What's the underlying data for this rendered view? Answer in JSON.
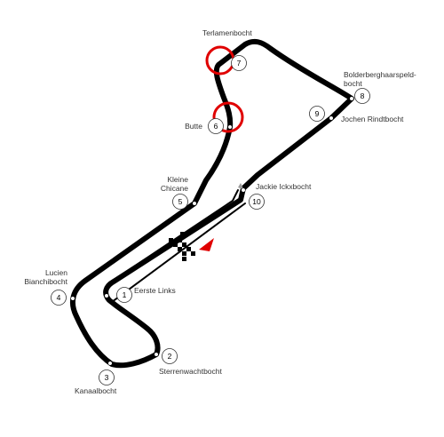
{
  "corners": [
    {
      "number": "1",
      "name": "Eerste Links"
    },
    {
      "number": "2",
      "name": "Sterrenwachtbocht"
    },
    {
      "number": "3",
      "name": "Kanaalbocht"
    },
    {
      "number": "4",
      "name": "Lucien Bianchibocht",
      "name_lines": [
        "Lucien",
        "Bianchibocht"
      ]
    },
    {
      "number": "5",
      "name": "Kleine Chicane",
      "name_lines": [
        "Kleine",
        "Chicane"
      ]
    },
    {
      "number": "6",
      "name": "Butte"
    },
    {
      "number": "7",
      "name": "Terlamenbocht"
    },
    {
      "number": "8",
      "name": "Bolderberghaarspeldbocht",
      "name_lines": [
        "Bolderberghaarspeld-",
        "bocht"
      ]
    },
    {
      "number": "9",
      "name": "Jochen Rindtbocht"
    },
    {
      "number": "10",
      "name": "Jackie Ickxbocht"
    }
  ],
  "highlights": [
    "7",
    "6"
  ],
  "colors": {
    "track": "#000000",
    "pit_lane": "#000000",
    "highlight_circle": "#e00000",
    "direction_arrow": "#e00000",
    "corner_marker_fill": "#ffffff",
    "label_text": "#333333"
  },
  "icons": {
    "start_finish": "checkered-flag",
    "direction": "red-triangle-arrow"
  }
}
